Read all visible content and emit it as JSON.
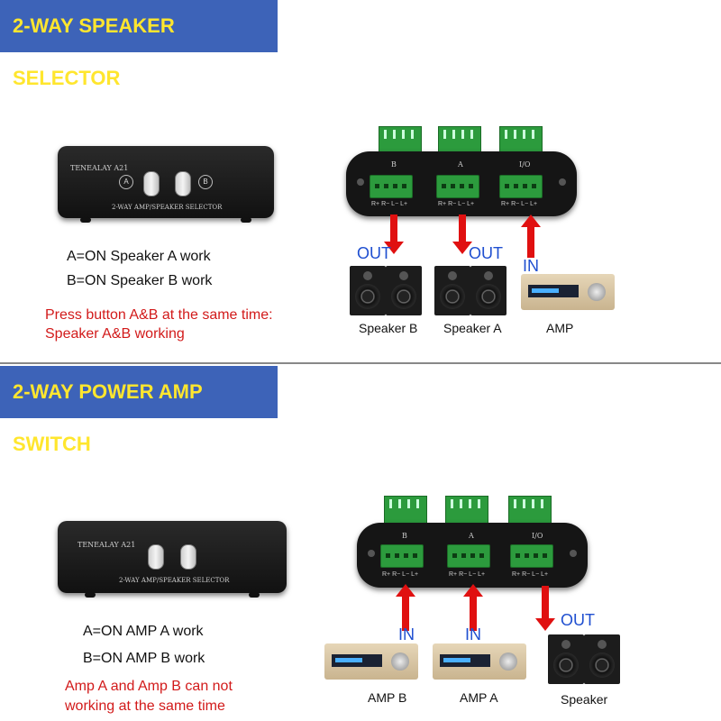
{
  "section1": {
    "title": "2-WAY SPEAKER SELECTOR",
    "device": {
      "brand": "TENEALAY  A21",
      "subtitle": "2-WAY AMP/SPEAKER SELECTOR",
      "btn_a": "A",
      "btn_b": "B"
    },
    "panel": {
      "ports": [
        "B",
        "A",
        "I/O"
      ],
      "pins": "R+ R− L− L+"
    },
    "lines": [
      "A=ON Speaker A work",
      "B=ON Speaker B work"
    ],
    "note": [
      "Press button A&B at the same time:",
      "Speaker A&B working"
    ],
    "arrow_labels": [
      "OUT",
      "OUT",
      "IN"
    ],
    "devices": [
      "Speaker B",
      "Speaker A",
      "AMP"
    ]
  },
  "section2": {
    "title": "2-WAY POWER AMP SWITCH",
    "device": {
      "brand": "TENEALAY  A21",
      "subtitle": "2-WAY AMP/SPEAKER SELECTOR"
    },
    "panel": {
      "ports": [
        "B",
        "A",
        "I/O"
      ],
      "pins": "R+ R− L− L+"
    },
    "lines": [
      "A=ON AMP A work",
      "B=ON AMP B work"
    ],
    "note": [
      "Amp A and Amp B can not",
      "working at the same time"
    ],
    "arrow_labels": [
      "IN",
      "IN",
      "OUT"
    ],
    "devices": [
      "AMP B",
      "AMP A",
      "Speaker"
    ]
  },
  "colors": {
    "banner_bg": "#3d63b8",
    "banner_text": "#ffe62e",
    "note_red": "#d21a1a",
    "label_blue": "#1f4fd0",
    "arrow_red": "#e01010",
    "terminal_green": "#2c9b3d"
  }
}
